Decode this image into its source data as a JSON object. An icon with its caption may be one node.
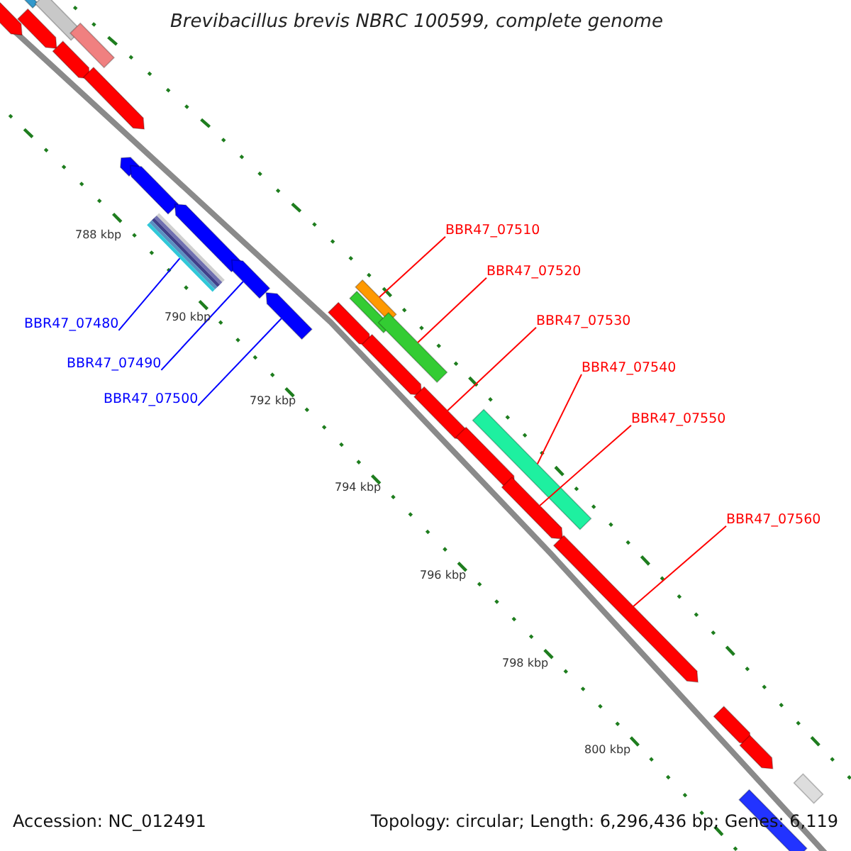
{
  "diagram": {
    "title": "Brevibacillus brevis NBRC 100599, complete genome",
    "nodes": [
      {
        "text": [
          "BBR47_07480"
        ]
      },
      {
        "text": [
          "BBR47_07490"
        ]
      },
      {
        "text": [
          "BBR47_07500"
        ]
      },
      {
        "text": [
          "BBR47_07510"
        ]
      },
      {
        "text": [
          "BBR47_07520"
        ]
      },
      {
        "text": [
          "BBR47_07530"
        ]
      },
      {
        "text": [
          "BBR47_07540"
        ]
      },
      {
        "text": [
          "BBR47_07550"
        ]
      },
      {
        "text": [
          "BBR47_07560"
        ]
      },
      {
        "text": [],
        "shape": "bar"
      },
      {
        "text": [],
        "shape": "bar"
      },
      {
        "text": [],
        "shape": "bar"
      },
      {
        "text": [],
        "shape": "bar"
      },
      {
        "text": [],
        "shape": "bar"
      },
      {
        "text": [],
        "shape": "bar"
      },
      {
        "text": [],
        "shape": "bar"
      },
      {
        "text": [],
        "shape": "bar"
      },
      {
        "text": [],
        "shape": "bar"
      },
      {
        "text": [],
        "shape": "bar"
      },
      {
        "text": [],
        "shape": "bar"
      },
      {
        "text": [],
        "shape": "bar"
      },
      {
        "text": [],
        "shape": "bar"
      },
      {
        "text": [],
        "shape": "bar"
      },
      {
        "text": [],
        "shape": "bar"
      },
      {
        "text": [],
        "shape": "bar"
      },
      {
        "text": [],
        "shape": "bar"
      },
      {
        "text": [],
        "shape": "bar"
      },
      {
        "text": [],
        "shape": "bar"
      },
      {
        "text": [],
        "shape": "bar"
      },
      {
        "text": [],
        "shape": "bar"
      },
      {
        "text": [],
        "shape": "bar"
      },
      {
        "text": [],
        "shape": "bar"
      },
      {
        "text": [],
        "shape": "bar"
      },
      {
        "text": [],
        "shape": "bar"
      },
      {
        "text": [],
        "shape": "bar"
      },
      {
        "text": [],
        "shape": "bar"
      }
    ],
    "edges": [
      {
        "from": 0,
        "to": 18,
        "arrow": "none",
        "color": "#0000ff"
      },
      {
        "from": 1,
        "to": 20,
        "arrow": "none",
        "color": "#0000ff"
      },
      {
        "from": 2,
        "to": 21,
        "arrow": "none",
        "color": "#0000ff"
      },
      {
        "from": 3,
        "to": 24,
        "arrow": "none"
      },
      {
        "from": 4,
        "to": 26,
        "arrow": "none"
      },
      {
        "from": 5,
        "to": 27,
        "arrow": "none"
      },
      {
        "from": 6,
        "to": 29,
        "arrow": "none"
      },
      {
        "from": 7,
        "to": 30,
        "arrow": "none"
      },
      {
        "from": 8,
        "to": 31,
        "arrow": "none"
      }
    ],
    "labels": [
      "788 kbp",
      "790 kbp",
      "792 kbp",
      "794 kbp",
      "796 kbp",
      "798 kbp",
      "800 kbp",
      "Accession: NC_012491",
      "Topology: circular; Length: 6,296,436 bp; Genes: 6,119"
    ]
  }
}
